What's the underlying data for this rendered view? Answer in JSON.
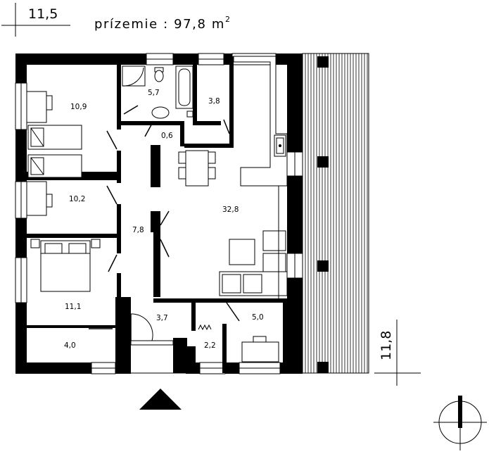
{
  "header": {
    "width_dimension": "11,5",
    "title": "prízemie : 97,8 m",
    "title_superscript": "2"
  },
  "side": {
    "depth_dimension": "11,8"
  },
  "rooms": [
    {
      "id": "room-bedroom-top",
      "area": "10,9"
    },
    {
      "id": "room-bathroom",
      "area": "5,7"
    },
    {
      "id": "room-wc",
      "area": "3,8"
    },
    {
      "id": "room-hall-small",
      "area": "0,6"
    },
    {
      "id": "room-bedroom-middle",
      "area": "10,2"
    },
    {
      "id": "room-living-kitchen",
      "area": "32,8"
    },
    {
      "id": "room-corridor",
      "area": "7,8"
    },
    {
      "id": "room-bedroom-bottom",
      "area": "11,1"
    },
    {
      "id": "room-vestibule",
      "area": "3,7"
    },
    {
      "id": "room-pantry",
      "area": "5,0"
    },
    {
      "id": "room-storage-small",
      "area": "2,2"
    },
    {
      "id": "room-wardrobe",
      "area": "4,0"
    }
  ]
}
